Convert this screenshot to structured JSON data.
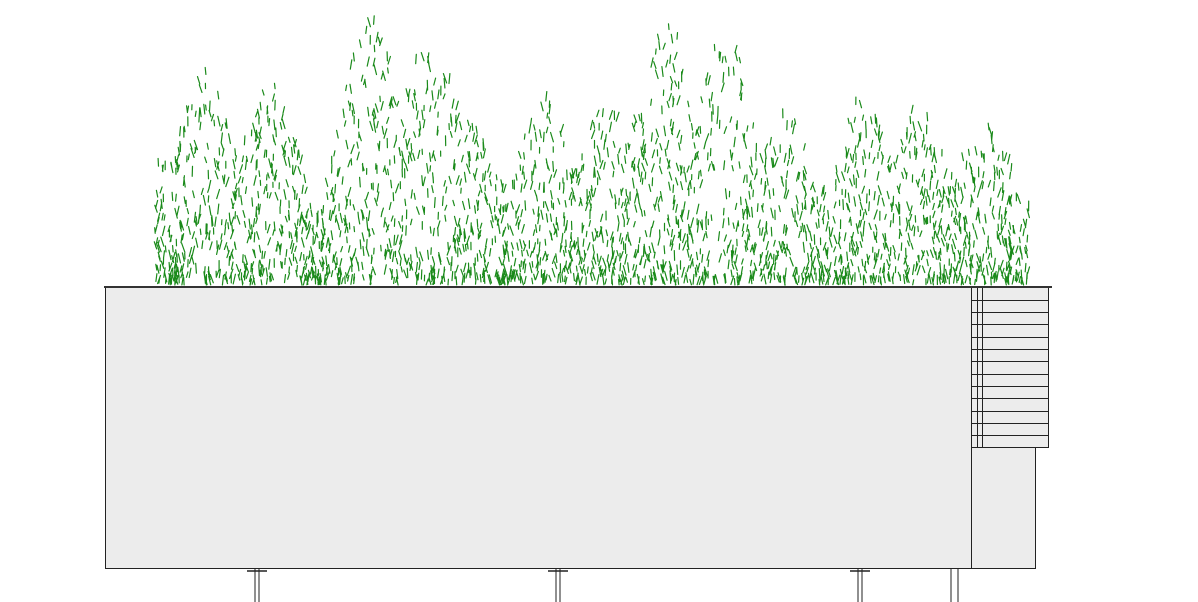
{
  "drawing": {
    "title": "",
    "colors": {
      "background": "#ffffff",
      "wall_fill": "#ececec",
      "line": "#222222",
      "roof_line": "#333333",
      "grass": "#1a8a1a"
    },
    "elements": {
      "roof_grass": "roof-grass",
      "main_volume": "main-volume",
      "stair_block": "stair-block",
      "stair_treads": 12,
      "supports": 3
    }
  }
}
